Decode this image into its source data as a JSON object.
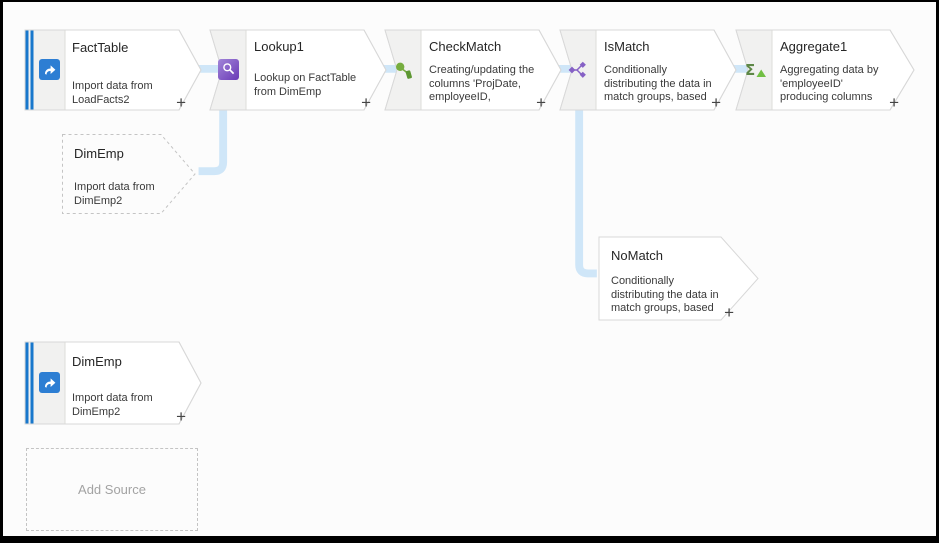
{
  "diagram": {
    "background": "#fcfcfc",
    "frame_color": "#000000",
    "connector_color": "#cfe6f8",
    "source_bar_color": "#1877cc",
    "node_border_color": "#d8d8d8",
    "icon_colors": {
      "source": "#2d7ed3",
      "lookup": "#7b4cc0",
      "derived_column": "#6fa83c",
      "conditional_split": "#8661c5",
      "aggregate": "#5d8746"
    }
  },
  "nodes": {
    "facttable": {
      "title": "FactTable",
      "desc1": "Import data from",
      "desc2": "LoadFacts2",
      "plus": "+"
    },
    "lookup1": {
      "title": "Lookup1",
      "desc1": "Lookup on FactTable",
      "desc2": "from DimEmp",
      "plus": "+"
    },
    "checkmatch": {
      "title": "CheckMatch",
      "desc1": "Creating/updating the",
      "desc2": "columns 'ProjDate,",
      "desc3": "employeeID,",
      "plus": "+"
    },
    "ismatch": {
      "title": "IsMatch",
      "desc1": "Conditionally",
      "desc2": "distributing the data in",
      "desc3": "match groups, based",
      "plus": "+"
    },
    "aggregate1": {
      "title": "Aggregate1",
      "desc1": "Aggregating data by",
      "desc2": "'employeeID'",
      "desc3": "producing columns",
      "plus": "+"
    },
    "dimemp_ghost": {
      "title": "DimEmp",
      "desc1": "Import data from",
      "desc2": "DimEmp2"
    },
    "nomatch": {
      "title": "NoMatch",
      "desc1": "Conditionally",
      "desc2": "distributing the data in",
      "desc3": "match groups, based",
      "plus": "+"
    },
    "dimemp": {
      "title": "DimEmp",
      "desc1": "Import data from",
      "desc2": "DimEmp2",
      "plus": "+"
    },
    "add_source": {
      "label": "Add Source"
    }
  }
}
